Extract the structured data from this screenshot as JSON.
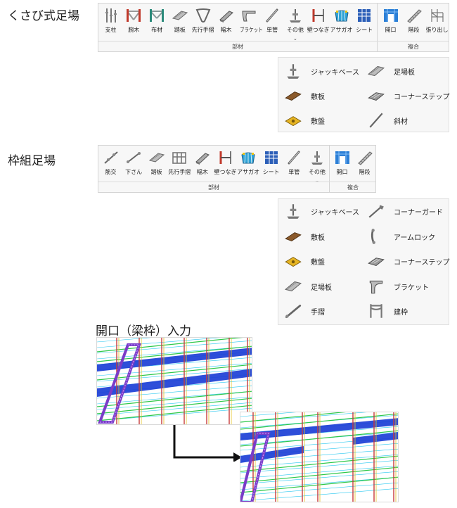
{
  "kusabi": {
    "title": "くさび式足場",
    "ribbon": {
      "parts_label": "部材",
      "composite_label": "複合",
      "parts": [
        "支柱",
        "腕木",
        "布材",
        "踏板",
        "先行手摺",
        "幅木",
        "ブラケット",
        "単管",
        "その他",
        "壁つなぎ",
        "アサガオ",
        "シート"
      ],
      "composite": [
        "開口",
        "階段",
        "張り出し"
      ],
      "more_caret": "⌄"
    },
    "dropdown": [
      "ジャッキベース",
      "足場板",
      "敷板",
      "コーナーステップ",
      "敷盤",
      "斜材"
    ]
  },
  "waku": {
    "title": "枠組足場",
    "ribbon": {
      "parts_label": "部材",
      "composite_label": "複合",
      "parts": [
        "筋交",
        "下さん",
        "踏板",
        "先行手摺",
        "幅木",
        "壁つなぎ",
        "アサガオ",
        "シート",
        "単管",
        "その他"
      ],
      "composite": [
        "開口",
        "階段"
      ],
      "more_caret": "⌄"
    },
    "dropdown": [
      "ジャッキベース",
      "コーナーガード",
      "敷板",
      "アームロック",
      "敷盤",
      "コーナーステップ",
      "足場板",
      "ブラケット",
      "手摺",
      "建枠"
    ]
  },
  "opening": {
    "title": "開口（梁枠）入力"
  },
  "colors": {
    "blue_deck": "#1c3fd6",
    "cyan": "#28c8f0",
    "green": "#2ec84a",
    "purple": "#7a3cc8",
    "red_post": "#c83a3a",
    "yellow": "#e6c21e"
  }
}
